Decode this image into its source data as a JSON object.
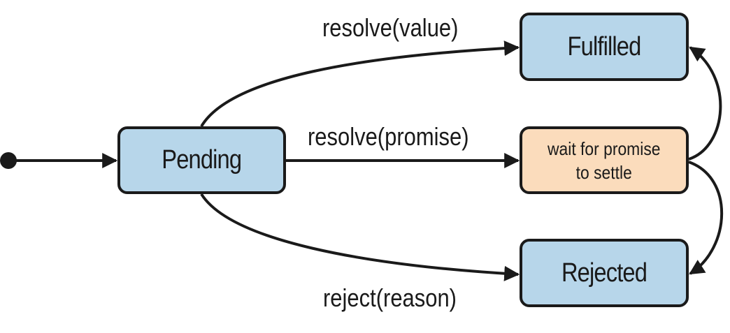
{
  "nodes": {
    "pending": "Pending",
    "fulfilled": "Fulfilled",
    "wait_line1": "wait for promise",
    "wait_line2": "to settle",
    "rejected": "Rejected"
  },
  "edges": {
    "resolve_value": "resolve(value)",
    "resolve_promise": "resolve(promise)",
    "reject_reason": "reject(reason)"
  },
  "colors": {
    "state_fill": "#b7d6ea",
    "wait_fill": "#fbdcbc",
    "stroke": "#1a1a1a"
  }
}
